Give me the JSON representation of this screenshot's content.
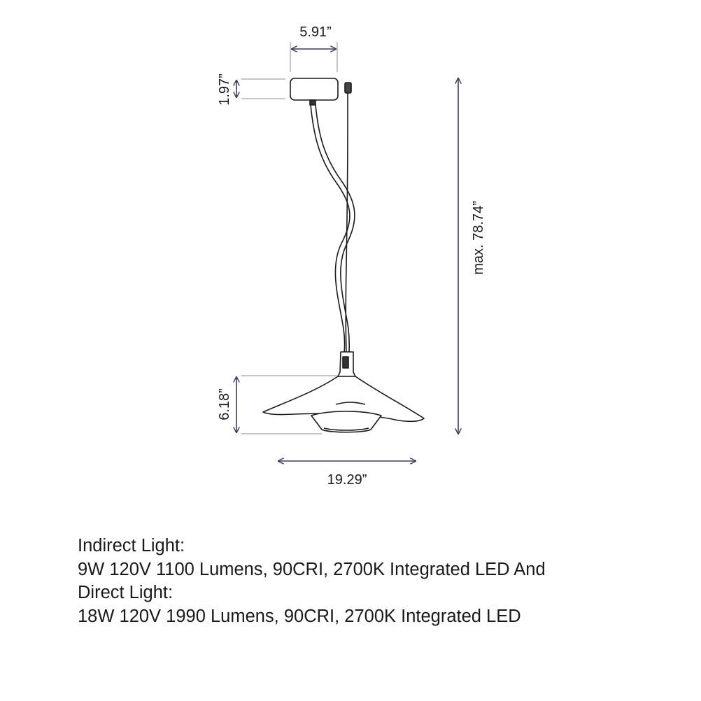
{
  "dimensions": {
    "canopy_width": "5.91”",
    "canopy_height": "1.97”",
    "max_height": "max. 78.74”",
    "shade_height": "6.18”",
    "shade_width": "19.29”"
  },
  "specs": {
    "line1": "Indirect Light:",
    "line2": "9W 120V 1100 Lumens, 90CRI, 2700K Integrated LED And",
    "line3": "Direct Light:",
    "line4": "18W 120V 1990 Lumens, 90CRI, 2700K Integrated LED"
  },
  "colors": {
    "dimension_lines": "#3b3b5c",
    "fixture_outline": "#1a1a1a",
    "fixture_fill": "#ffffff",
    "text": "#1a1a1a"
  }
}
